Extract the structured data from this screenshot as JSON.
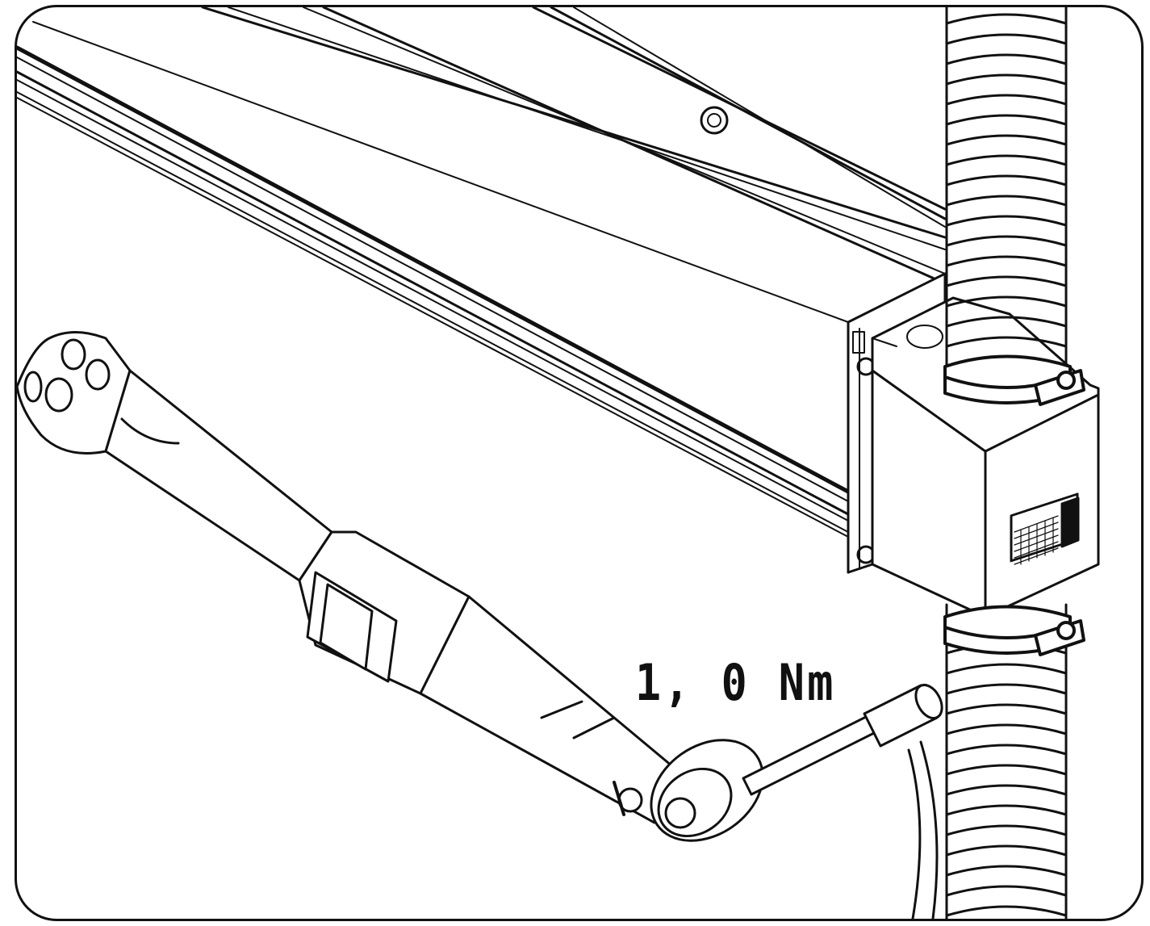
{
  "instruction": {
    "torque_value": "1, 0 Nm"
  },
  "icons": {
    "rail": "aluminium-profile-rail",
    "hose": "corrugated-hose",
    "clamp": "hose-clamp",
    "wrench": "torque-wrench",
    "arrow": "rotation-arrow"
  },
  "colors": {
    "line": "#111111",
    "background": "#ffffff"
  }
}
